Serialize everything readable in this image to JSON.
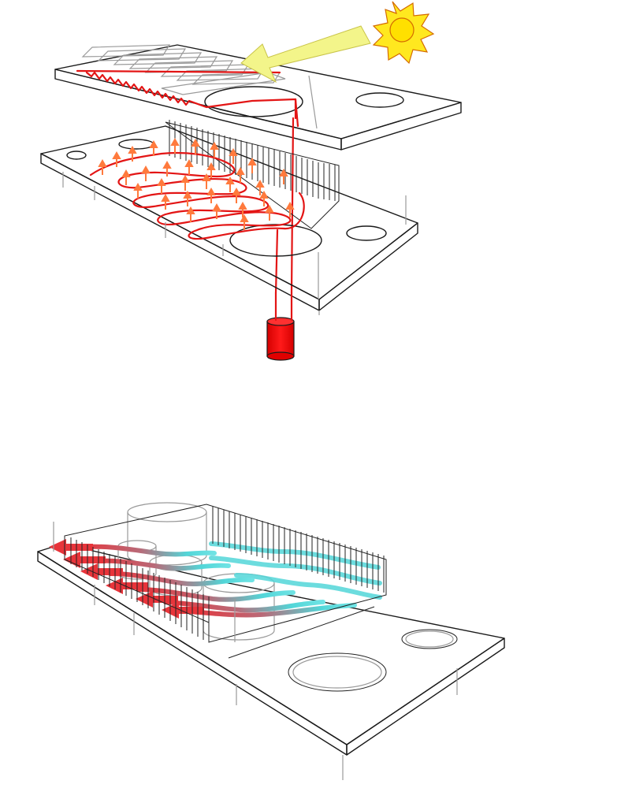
{
  "diagram": {
    "panels": [
      {
        "id": "solar-heating",
        "elements": [
          "sun-icon",
          "sun-ray-arrow",
          "solar-collector-panels",
          "roof-slab",
          "floor-slab",
          "radiant-floor-coil",
          "heat-rising-arrows",
          "hot-water-tank"
        ]
      },
      {
        "id": "cross-ventilation",
        "elements": [
          "vertical-fin-screen",
          "cylindrical-volumes",
          "cool-air-streams",
          "warm-air-exhaust-arrows",
          "floor-slab",
          "slab-openings"
        ]
      }
    ],
    "colors": {
      "outline": "#1a1a1a",
      "heating_pipe": "#e31515",
      "sun_fill": "#ffe81f",
      "sun_ray_arrow": "#f3f58a",
      "tank_fill": "#ef0000",
      "heat_arrow": "#ff7a3d",
      "cool_air": "#52d6d8",
      "warm_air": "#e8343a"
    }
  }
}
